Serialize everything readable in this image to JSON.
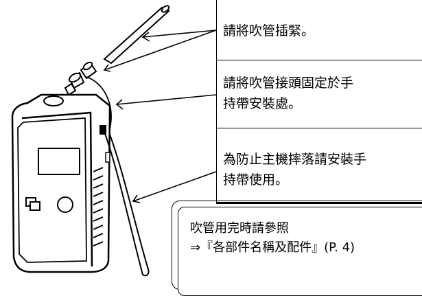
{
  "callouts": [
    {
      "lines": [
        "請將吹管插緊。"
      ]
    },
    {
      "lines": [
        "請將吹管接頭固定於手",
        "持帶安裝處。"
      ]
    },
    {
      "lines": [
        "為防止主機摔落請安裝手",
        "持帶使用。"
      ]
    }
  ],
  "note": {
    "line1": "吹管用完時請參照",
    "line2": "⇒『各部件名稱及配件』(P. 4)"
  }
}
